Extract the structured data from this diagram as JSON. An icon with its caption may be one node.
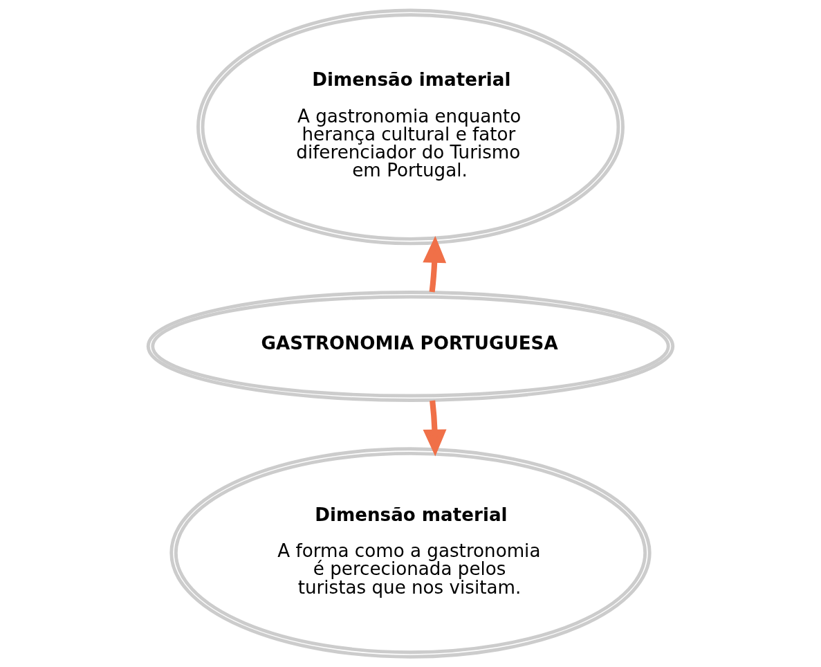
{
  "diagram": {
    "nodes": [
      {
        "text": [
          "Dimensão imaterial",
          "A gastronomia enquanto herança cultural e fator diferenciador do Turismo em Portugal."
        ]
      },
      {
        "text": [
          "GASTRONOMIA PORTUGUESA"
        ]
      },
      {
        "text": [
          "Dimensão material",
          "A forma como a gastronomia é percecionada pelos turistas que nos visitam."
        ]
      }
    ],
    "edges": [
      {
        "from": 1,
        "to": 0,
        "arrow": "to",
        "color": "#f07048"
      },
      {
        "from": 1,
        "to": 2,
        "arrow": "to",
        "color": "#f07048"
      }
    ]
  }
}
